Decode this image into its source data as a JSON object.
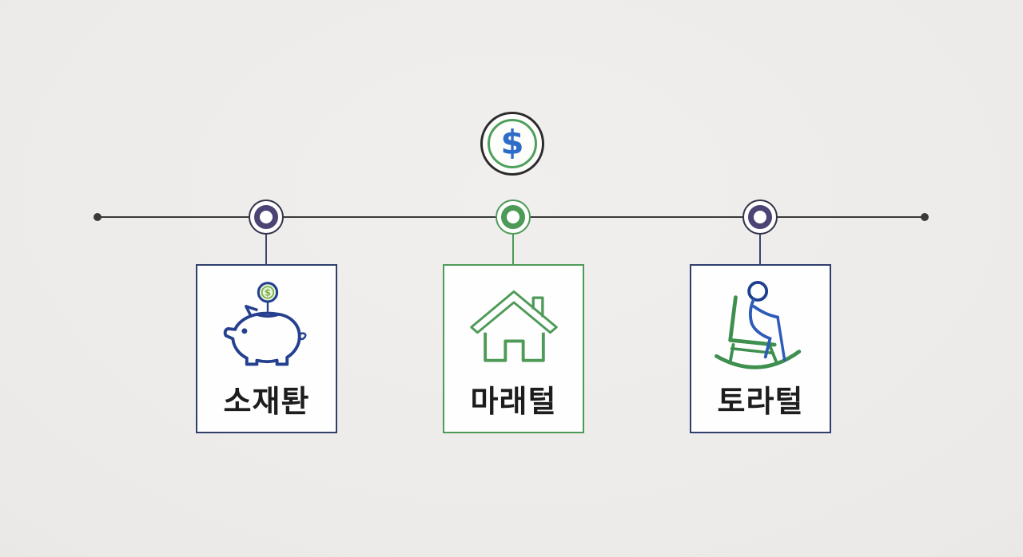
{
  "dollar_badge": {
    "symbol": "$"
  },
  "cards": [
    {
      "label": "소재퇀",
      "icon": "piggy-bank-coin-icon"
    },
    {
      "label": "마래털",
      "icon": "house-icon"
    },
    {
      "label": "토라털",
      "icon": "rocking-chair-person-icon"
    }
  ],
  "colors": {
    "background": "#eceae8",
    "timeline_line": "#3a3a3a",
    "navy_card_border": "#303e6e",
    "indigo_node_ring": "#4b4475",
    "green_accent": "#4e9a57",
    "piggy_navy": "#24408e",
    "person_blue": "#2d5bb8",
    "dollar_blue": "#2d6cc9",
    "coin_green": "#79b24a",
    "label_text": "#1d1d1d"
  }
}
